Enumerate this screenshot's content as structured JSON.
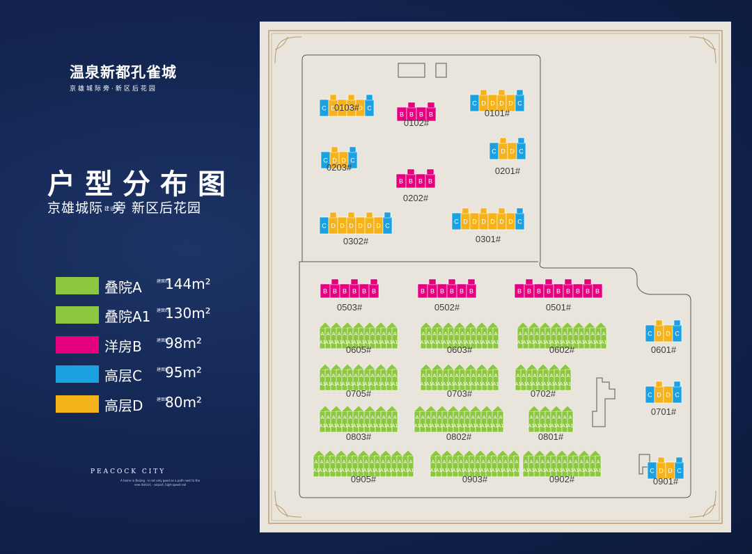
{
  "brand": {
    "name": "温泉新都孔雀城",
    "tagline": "京雄城际旁·新区后花园"
  },
  "title": "户型分布图",
  "subtitle": {
    "part1": "京雄城际",
    "mini": "建设中",
    "part2": "旁 新区后花园"
  },
  "legend": [
    {
      "key": "A",
      "name": "叠院A",
      "area": "144m²",
      "note": "建面约",
      "color": "#8dc63f"
    },
    {
      "key": "A1",
      "name": "叠院A1",
      "area": "130m²",
      "note": "建面约",
      "color": "#8dc63f"
    },
    {
      "key": "B",
      "name": "洋房B",
      "area": "98m²",
      "note": "建面约",
      "color": "#e4007f"
    },
    {
      "key": "C",
      "name": "高层C",
      "area": "95m²",
      "note": "建面约",
      "color": "#1ba1e2"
    },
    {
      "key": "D",
      "name": "高层D",
      "area": "80m²",
      "note": "建面约",
      "color": "#f6b21a"
    }
  ],
  "footer": {
    "peacock": "PEACOCK CITY",
    "note": "A home in Beijing · is not only good as a path next to the new district, · airport, high-speed rail"
  },
  "buildings": [
    {
      "id": "0103#",
      "units": [
        "C",
        "D",
        "D",
        "D",
        "D",
        "C"
      ]
    },
    {
      "id": "0102#",
      "units": [
        "B",
        "B",
        "B",
        "B"
      ]
    },
    {
      "id": "0101#",
      "units": [
        "C",
        "D",
        "D",
        "D",
        "D",
        "C"
      ]
    },
    {
      "id": "0203#",
      "units": [
        "C",
        "D",
        "D",
        "C"
      ]
    },
    {
      "id": "0202#",
      "units": [
        "B",
        "B",
        "B",
        "B"
      ]
    },
    {
      "id": "0201#",
      "units": [
        "C",
        "D",
        "D",
        "C"
      ]
    },
    {
      "id": "0302#",
      "units": [
        "C",
        "D",
        "D",
        "D",
        "D",
        "D",
        "D",
        "C"
      ]
    },
    {
      "id": "0301#",
      "units": [
        "C",
        "D",
        "D",
        "D",
        "D",
        "D",
        "D",
        "C"
      ]
    },
    {
      "id": "0503#",
      "units": [
        "B",
        "B",
        "B",
        "B",
        "B",
        "B"
      ]
    },
    {
      "id": "0502#",
      "units": [
        "B",
        "B",
        "B",
        "B",
        "B",
        "B"
      ]
    },
    {
      "id": "0501#",
      "units": [
        "B",
        "B",
        "B",
        "B",
        "B",
        "B",
        "B",
        "B",
        "B"
      ]
    },
    {
      "id": "0605#",
      "units": [
        "A",
        "A",
        "A",
        "A",
        "A",
        "A",
        "A",
        "A",
        "A",
        "A",
        "A",
        "A",
        "A",
        "A"
      ]
    },
    {
      "id": "0603#",
      "units": [
        "A",
        "A",
        "A",
        "A",
        "A",
        "A",
        "A",
        "A",
        "A",
        "A",
        "A",
        "A",
        "A",
        "A"
      ]
    },
    {
      "id": "0602#",
      "units": [
        "A",
        "A",
        "A",
        "A",
        "A",
        "A",
        "A",
        "A",
        "A",
        "A",
        "A",
        "A",
        "A",
        "A",
        "A",
        "A"
      ]
    },
    {
      "id": "0601#",
      "units": [
        "C",
        "D",
        "D",
        "C"
      ]
    },
    {
      "id": "0705#",
      "units": [
        "A",
        "A",
        "A",
        "A",
        "A",
        "A",
        "A",
        "A",
        "A",
        "A",
        "A",
        "A",
        "A",
        "A"
      ]
    },
    {
      "id": "0703#",
      "units": [
        "A",
        "A",
        "A",
        "A",
        "A",
        "A",
        "A",
        "A",
        "A",
        "A",
        "A",
        "A",
        "A",
        "A"
      ]
    },
    {
      "id": "0702#",
      "units": [
        "A",
        "A",
        "A",
        "A",
        "A",
        "A",
        "A",
        "A",
        "A",
        "A"
      ]
    },
    {
      "id": "0701#",
      "units": [
        "C",
        "D",
        "D",
        "C"
      ]
    },
    {
      "id": "0803#",
      "units": [
        "A",
        "A",
        "A",
        "A",
        "A",
        "A",
        "A",
        "A",
        "A",
        "A",
        "A",
        "A",
        "A",
        "A"
      ]
    },
    {
      "id": "0802#",
      "units": [
        "A",
        "A",
        "A",
        "A",
        "A",
        "A",
        "A",
        "A",
        "A",
        "A",
        "A",
        "A",
        "A",
        "A",
        "A",
        "A"
      ]
    },
    {
      "id": "0801#",
      "units": [
        "A",
        "A",
        "A",
        "A",
        "A",
        "A",
        "A",
        "A"
      ]
    },
    {
      "id": "0905#",
      "units": [
        "A",
        "A",
        "A",
        "A",
        "A",
        "A",
        "A",
        "A",
        "A",
        "A",
        "A",
        "A",
        "A",
        "A",
        "A",
        "A",
        "A",
        "A"
      ]
    },
    {
      "id": "0903#",
      "units": [
        "A",
        "A",
        "A",
        "A",
        "A",
        "A",
        "A",
        "A",
        "A",
        "A",
        "A",
        "A",
        "A",
        "A",
        "A",
        "A"
      ]
    },
    {
      "id": "0902#",
      "units": [
        "A",
        "A",
        "A",
        "A",
        "A",
        "A",
        "A",
        "A",
        "A",
        "A",
        "A",
        "A",
        "A",
        "A"
      ]
    },
    {
      "id": "0901#",
      "units": [
        "C",
        "D",
        "D",
        "C"
      ]
    }
  ]
}
